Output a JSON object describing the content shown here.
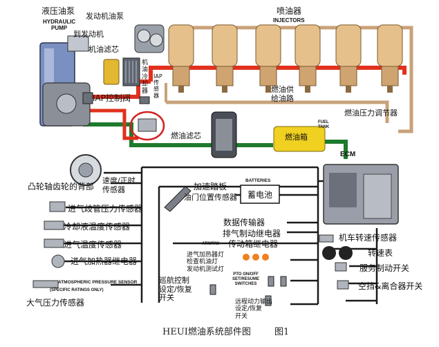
{
  "caption": {
    "title": "HEUI燃油系统部件图",
    "fig": "图1"
  },
  "top": {
    "hydraulic_pump_cn": "液压油泵",
    "hydraulic_pump_en": "HYDRAULIC\nPUMP",
    "engine_oil_pump": "发动机油泵",
    "to_engine": "到发动机",
    "oil_filter": "机油滤芯",
    "oil_cooler": "机\n油\n冷\n却\n器",
    "iap_sensor": "IAP\n传\n感\n器",
    "iap_valve": "IAP控制阀",
    "injectors_cn": "喷油器",
    "injectors_en": "INJECTORS",
    "fuel_supply": "燃油供\n给油路",
    "fuel_pressure_reg": "燃油压力调节器",
    "fuel_filter": "燃油滤芯",
    "fuel_tank_en": "FUEL\nTANK",
    "fuel_tank_cn": "燃油箱",
    "ecm": "ECM"
  },
  "left": {
    "cam_gear_back": "凸轮轴齿轮的背部",
    "speed_timing": "速度/正时\n传感器",
    "manifold_pressure": "进气歧管压力传感器",
    "coolant_temp": "冷却液温度传感器",
    "intake_temp": "进气温度传感器",
    "intake_heater_relay": "进气加热器继电器",
    "atmo_en": "ATMOSPHERIC PRESSURE SENSOR",
    "atmo_en_sub": "(SPECIFIC RATINGS ONLY)",
    "atmo_cn": "大气压力传感器"
  },
  "middle": {
    "accel_pedal": "加速踏板",
    "throttle_pos": "油门位置传感器",
    "batteries_en": "BATTERIES",
    "batteries_cn": "蓄电池",
    "data_link": "数据传输器",
    "exhaust_brake_relay": "排气制动继电器",
    "trans_relay_en": "AT/MT/W",
    "trans_relay_cn": "传动箱继电器",
    "lamps": "进气加热器灯\n检查机油灯\n发动机测试灯",
    "cruise": "巡航控制\n设定/恢复\n开关",
    "pto_en": "PTO ON/OFF\nSET/RESUME\nSWITCHES",
    "remote_pto": "远程动力输出\n设定/恢复\n开关"
  },
  "right": {
    "vehicle_speed": "机车转速传感器",
    "tachometer": "转速表",
    "service_brake": "服务制动开关",
    "clutch": "空挡&离合器开关"
  },
  "colors": {
    "high_pressure_oil": "#e0311e",
    "fuel_line": "#c8a27a",
    "fuel_supply_green": "#1e7a2c",
    "harness": "#1a1a1a",
    "injector_body": "#e6c08a",
    "pump_blue": "#7a90c0",
    "tank_yellow": "#f0d020",
    "ecm_gray": "#9a9ea8",
    "highlight_circle": "#d42020"
  }
}
